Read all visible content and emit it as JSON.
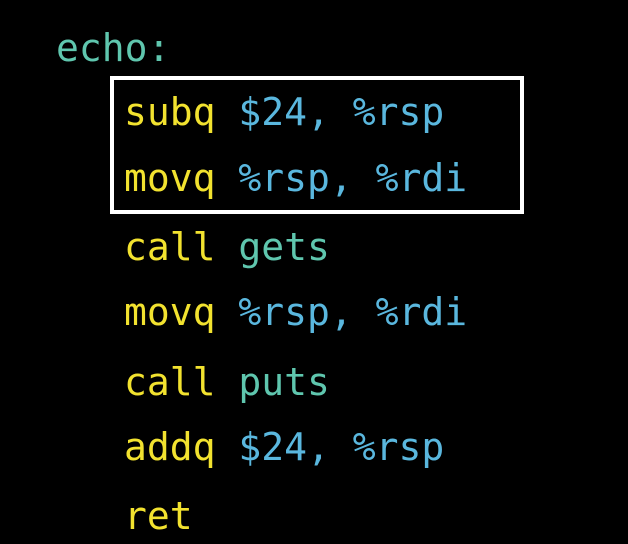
{
  "label": "echo:",
  "highlight": {
    "color": "#ffffff"
  },
  "instructions": [
    {
      "mnemonic": "subq",
      "operands": " $24, %rsp"
    },
    {
      "mnemonic": "movq",
      "operands": " %rsp, %rdi"
    },
    {
      "mnemonic": "call",
      "operands": " gets"
    },
    {
      "mnemonic": "movq",
      "operands": " %rsp, %rdi"
    },
    {
      "mnemonic": "call",
      "operands": " puts"
    },
    {
      "mnemonic": "addq",
      "operands": " $24, %rsp"
    },
    {
      "mnemonic": "ret",
      "operands": ""
    }
  ],
  "colors": {
    "background": "#000000",
    "label": "#5fc6ae",
    "mnemonic": "#f2e22f",
    "operand": "#5ab7de",
    "symbol": "#5fc6ae"
  }
}
